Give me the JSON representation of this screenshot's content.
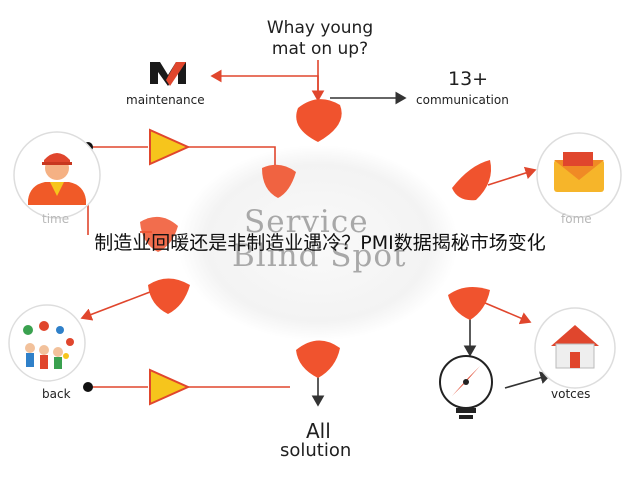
{
  "diagram": {
    "top_question": [
      "Whay young",
      "mat on up?"
    ],
    "nodes": {
      "maintenance": {
        "mark": "M",
        "label": "maintenance"
      },
      "communication": {
        "count": "13+",
        "label": "communication"
      },
      "time": {
        "label": "time"
      },
      "fome": {
        "label": "fome"
      },
      "back": {
        "label": "back"
      },
      "votces": {
        "label": "votces"
      },
      "solution": {
        "label": [
          "All",
          "solution"
        ]
      }
    },
    "center_watermark": [
      "Service",
      "Blind Spot"
    ],
    "caption": "制造业回暖还是非制造业遇冷？PMI数据揭秘市场变化"
  },
  "colors": {
    "accent": "#f0532e",
    "arrow": "#e0462d",
    "play_yellow": "#f6c51c",
    "outline": "#222222",
    "center_fill": "#f6f6f6"
  },
  "icons": [
    "maintenance-logo",
    "person-icon",
    "mail-icon",
    "people-group-icon",
    "house-icon",
    "compass-bulb-icon"
  ]
}
